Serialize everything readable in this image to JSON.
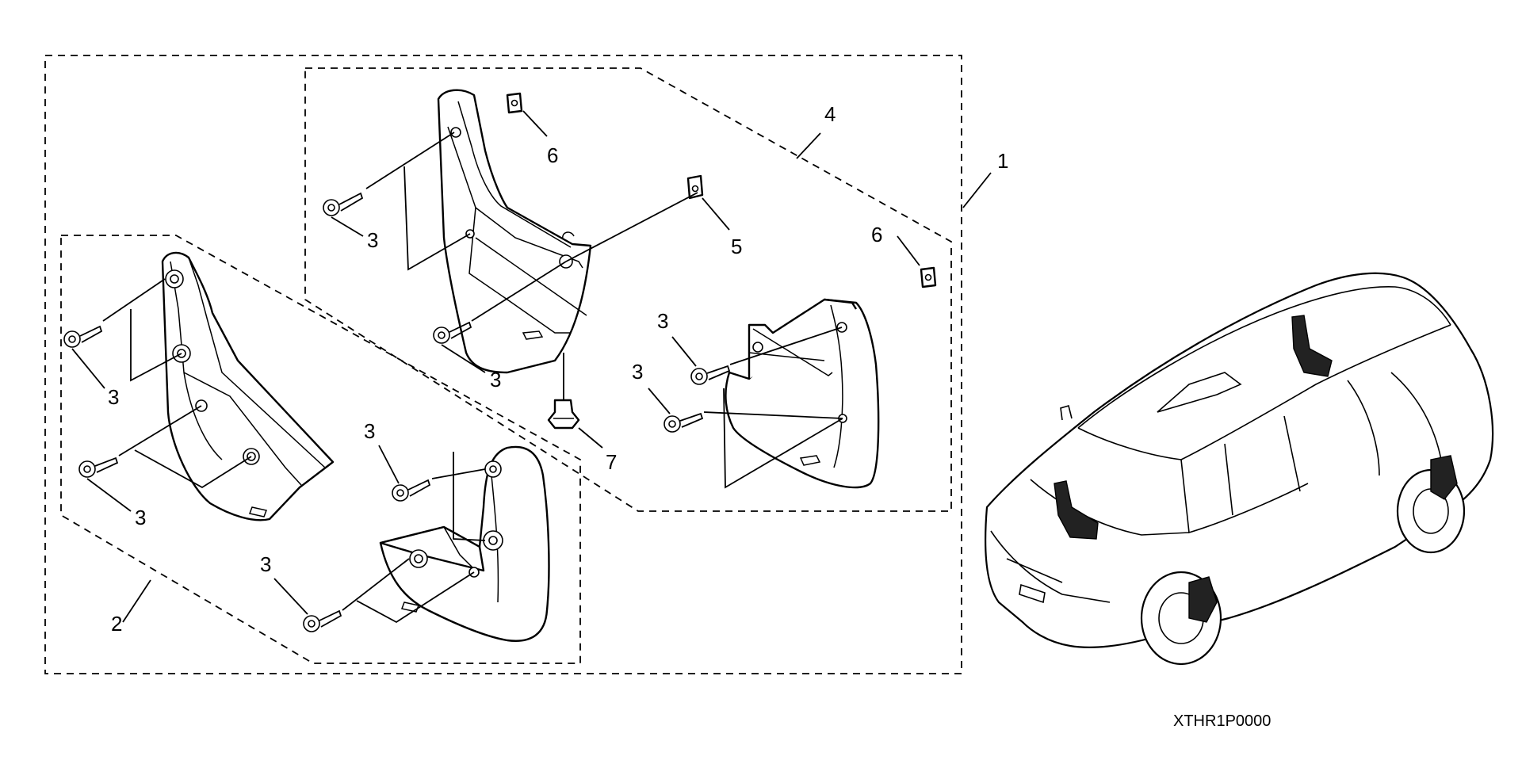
{
  "callouts": {
    "kit": "1",
    "front_set": "2",
    "screw": "3",
    "rear_set": "4",
    "clip_5": "5",
    "nut_6": "6",
    "clip_7": "7"
  },
  "diagram_code": "XTHR1P0000"
}
